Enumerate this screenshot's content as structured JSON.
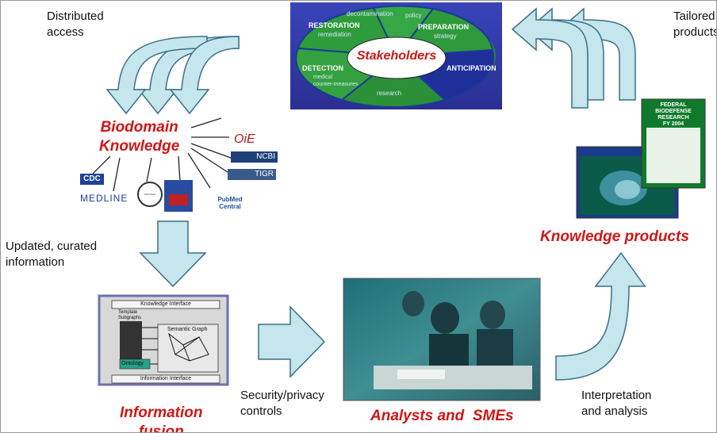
{
  "labels": {
    "distributed_access": "Distributed\naccess",
    "tailored_products": "Tailored\nproducts",
    "updated_info": "Updated, curated\ninformation",
    "security": "Security/privacy\ncontrols",
    "interpretation": "Interpretation\nand analysis"
  },
  "titles": {
    "biodomain": "Biodomain\nKnowledge",
    "knowledge_products": "Knowledge products",
    "information_fusion": "Information\nfusion",
    "analysts": "Analysts and  SMEs",
    "stakeholders": "Stakeholders"
  },
  "ring_segments": {
    "restoration": "RESTORATION",
    "remediation": "remediation",
    "decontamination": "decontamination",
    "policy": "policy",
    "preparation": "PREPARATION",
    "strategy": "strategy",
    "anticipation": "ANTICIPATION",
    "detection": "DETECTION",
    "medical": "medical\ncounter-measures",
    "research": "research"
  },
  "logos": {
    "cdc": "CDC",
    "medline": "MEDLINE",
    "oie": "OiE",
    "ncbi": "NCBI",
    "tigr": "TIGR",
    "pubmed": "PubMed\nCentral",
    "nih": "NATIONAL INSTITUTES OF HEALTH"
  },
  "fusion_diagram": {
    "knowledge_interface": "Knowledge Interface",
    "information_interface": "Information Interface",
    "template_subgraphs": "Template\nSubgraphs",
    "semantic_graph": "Semantic Graph",
    "ontology": "Ontology"
  },
  "report": {
    "title": "FEDERAL\nBIODEFENSE\nRESEARCH\nFY 2004"
  },
  "colors": {
    "arrow_fill": "#c5e6ec",
    "arrow_stroke": "#3b6f86",
    "accent_red": "#d01515",
    "ring_green": "#2e9c3a",
    "ring_blue": "#1f2f9a"
  }
}
